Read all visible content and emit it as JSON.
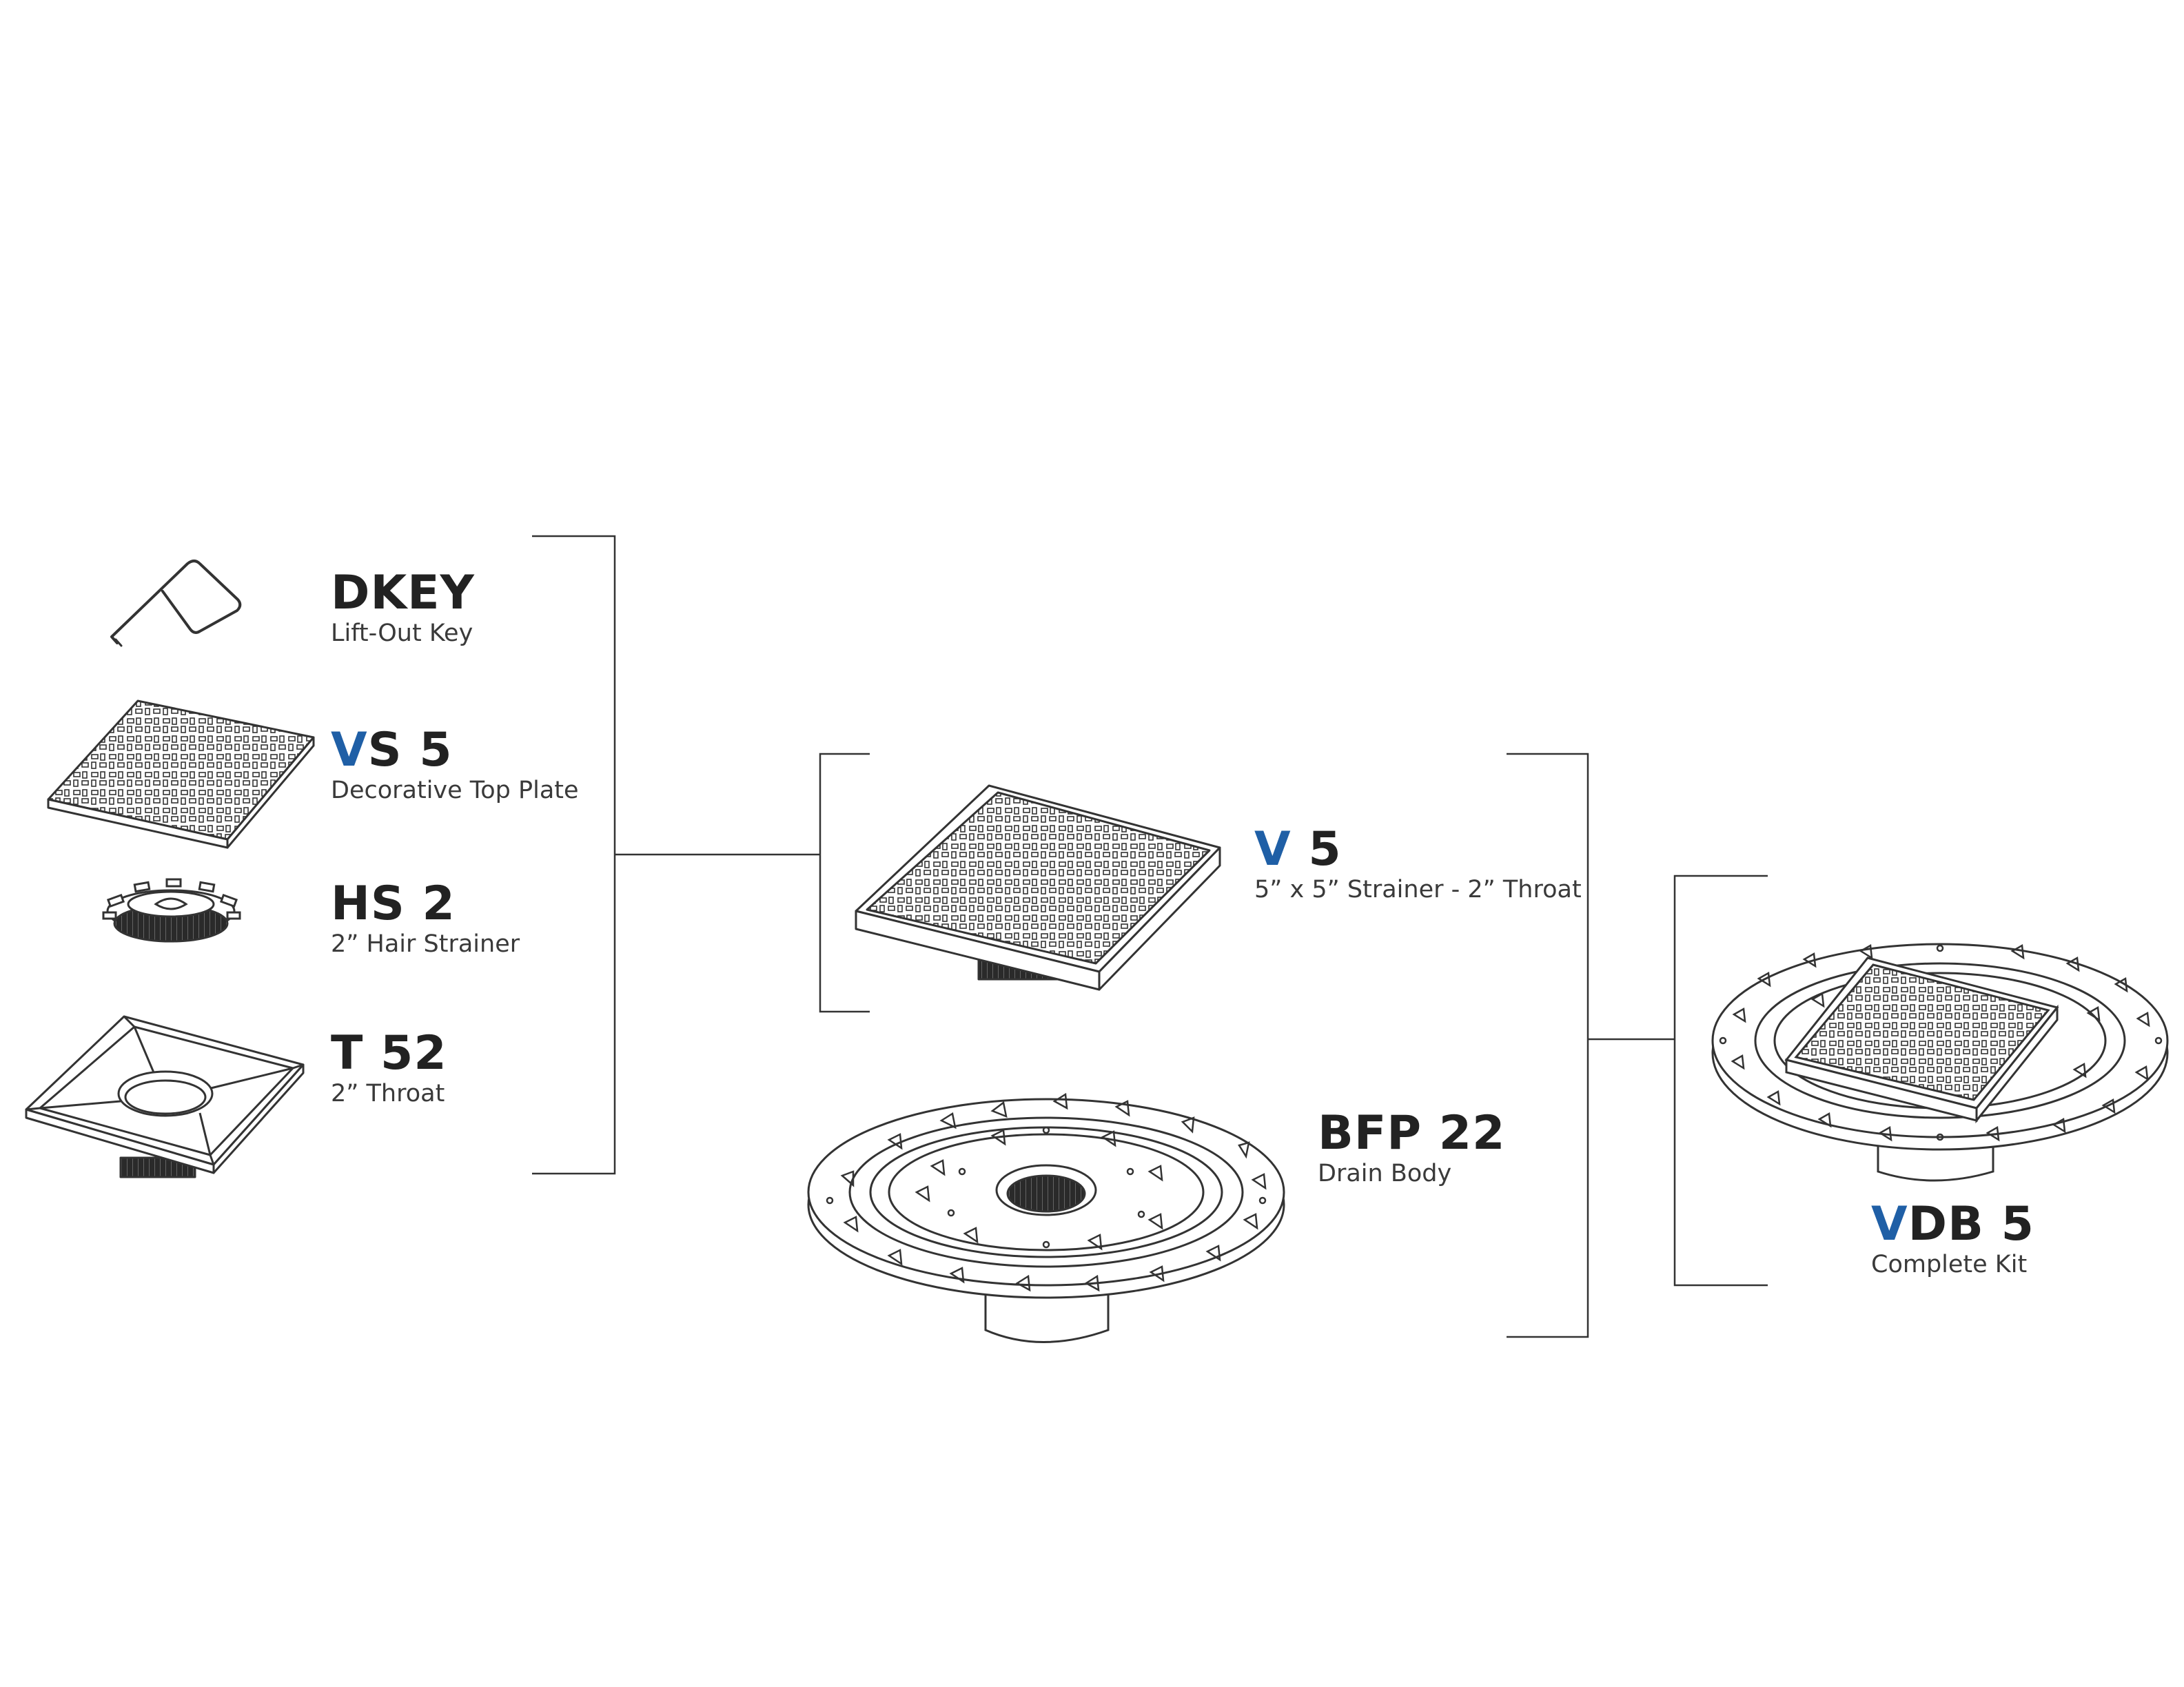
{
  "colors": {
    "accent": "#1f5fa6",
    "ink": "#222222",
    "line": "#333333"
  },
  "parts": [
    {
      "id": "dkey",
      "code_accent": "",
      "code_rest": "DKEY",
      "desc": "Lift-Out Key",
      "icon": "lift-out-key-icon"
    },
    {
      "id": "vs5",
      "code_accent": "V",
      "code_rest": "S 5",
      "desc": "Decorative Top Plate",
      "icon": "decorative-top-plate-icon"
    },
    {
      "id": "hs2",
      "code_accent": "",
      "code_rest": "HS 2",
      "desc": "2” Hair Strainer",
      "icon": "hair-strainer-icon"
    },
    {
      "id": "t52",
      "code_accent": "",
      "code_rest": "T 52",
      "desc": "2” Throat",
      "icon": "throat-icon"
    },
    {
      "id": "v5",
      "code_accent": "V",
      "code_rest": " 5",
      "desc": "5” x 5” Strainer - 2” Throat",
      "icon": "strainer-assembly-icon"
    },
    {
      "id": "bfp22",
      "code_accent": "",
      "code_rest": "BFP 22",
      "desc": "Drain Body",
      "icon": "drain-body-icon"
    },
    {
      "id": "vdb5",
      "code_accent": "V",
      "code_rest": "DB 5",
      "desc": "Complete Kit",
      "icon": "complete-kit-icon"
    }
  ]
}
